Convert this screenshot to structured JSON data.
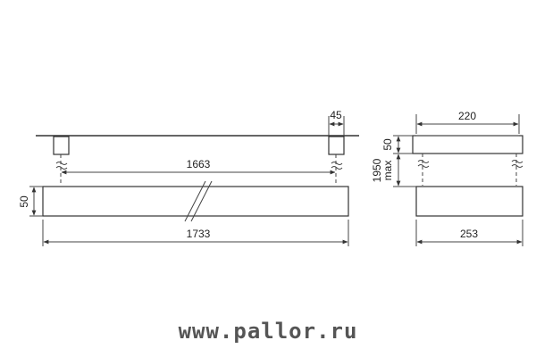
{
  "dimensions": {
    "front_height": "50",
    "mount_width": "45",
    "inner_length": "1663",
    "total_length": "1733",
    "side_top_width": "220",
    "side_mount_height": "50",
    "side_hang_max": "1950",
    "side_hang_max_suffix": "max",
    "side_total_width": "253"
  },
  "footer": {
    "website": "www.pallor.ru"
  }
}
